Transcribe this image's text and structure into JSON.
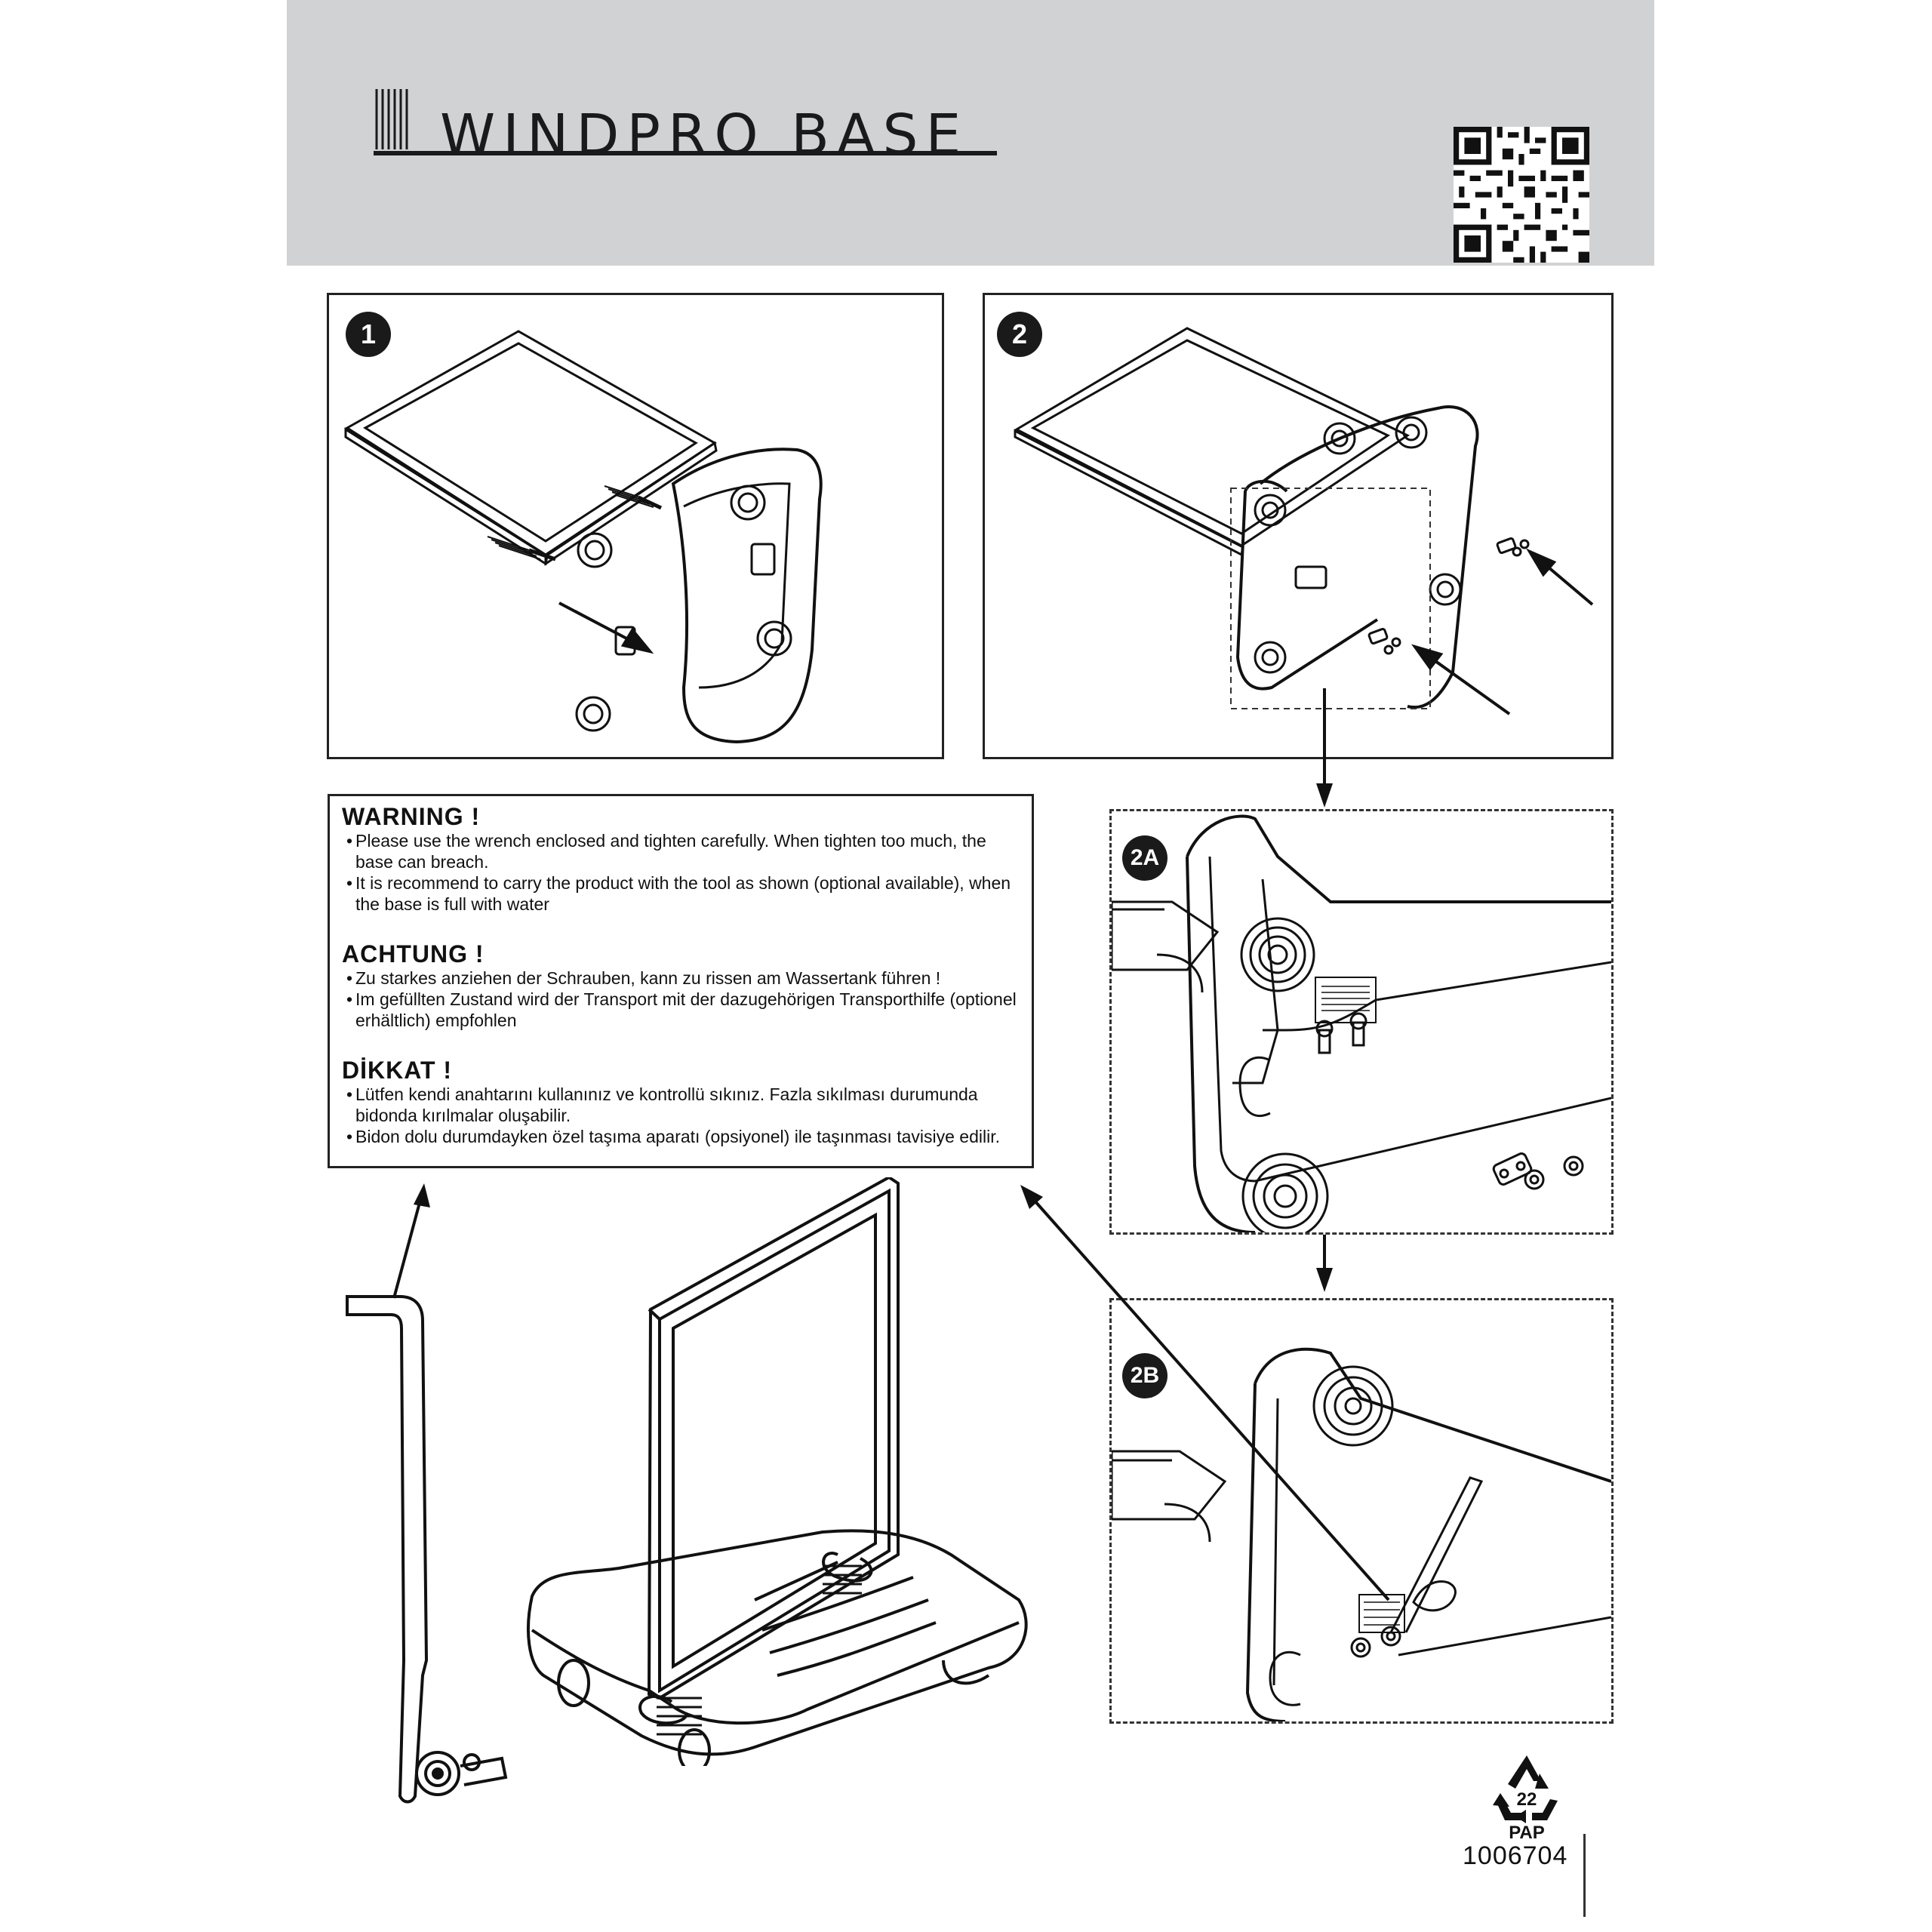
{
  "header": {
    "title": "WINDPRO BASE"
  },
  "steps": {
    "step1": "1",
    "step2": "2",
    "step2a": "2A",
    "step2b": "2B"
  },
  "warnings": [
    {
      "heading": "WARNING !",
      "items": [
        "Please use the wrench enclosed and tighten carefully.  When tighten too much, the base can breach.",
        "It is recommend to carry the product with the tool as shown (optional available), when the base is full with water"
      ]
    },
    {
      "heading": "ACHTUNG !",
      "items": [
        "Zu starkes anziehen der Schrauben, kann zu rissen am Wassertank führen !",
        "Im gefüllten Zustand wird der Transport mit der dazugehörigen Transporthilfe (optionel erhältlich) empfohlen"
      ]
    },
    {
      "heading": "DİKKAT !",
      "items": [
        "Lütfen kendi anahtarını kullanınız ve kontrollü sıkınız.  Fazla sıkılması durumunda bidonda kırılmalar oluşabilir.",
        "Bidon dolu durumdayken özel  taşıma aparatı (opsiyonel)  ile taşınması tavisiye edilir."
      ]
    }
  ],
  "recycle": {
    "code": "22",
    "label": "PAP"
  },
  "footer": {
    "article_number": "1006704"
  },
  "icons": {
    "qr": "qr-code-icon",
    "recycle": "recycling-symbol-icon"
  }
}
